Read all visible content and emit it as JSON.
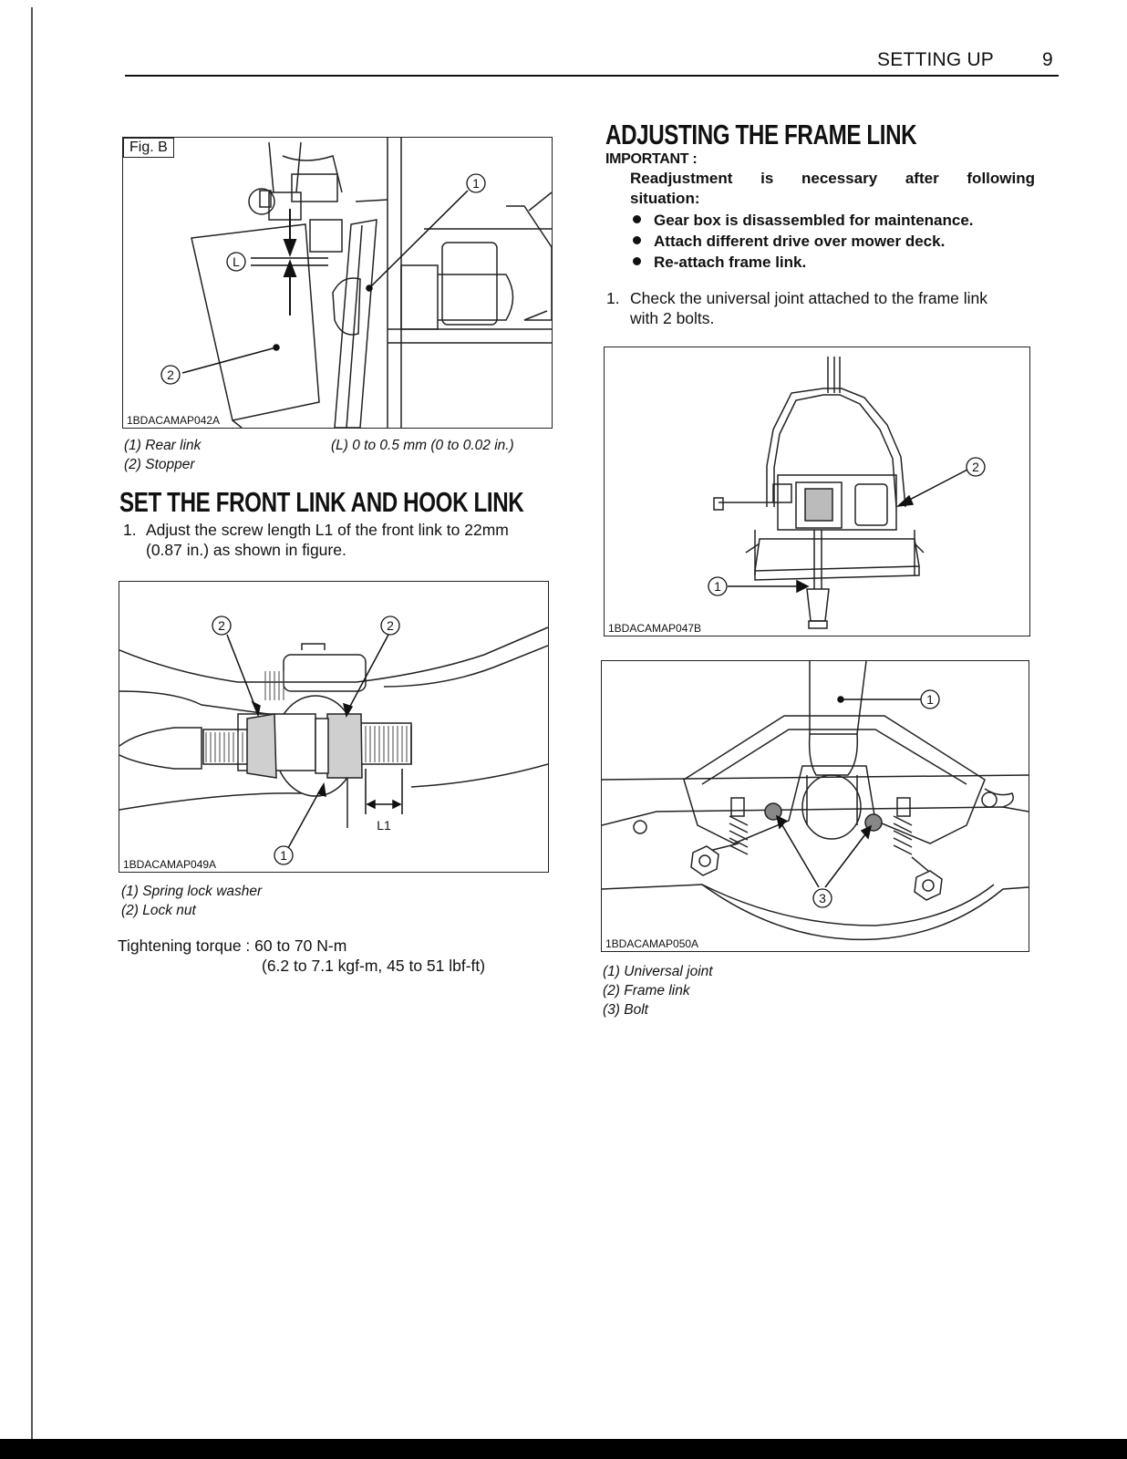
{
  "header": {
    "section": "SETTING UP",
    "page_number": "9"
  },
  "fig_b": {
    "label": "Fig. B",
    "code": "1BDACAMAP042A",
    "callouts": {
      "c1": "1",
      "c2": "2",
      "cL": "L"
    },
    "caption": {
      "item1": "(1) Rear link",
      "item2": "(2) Stopper",
      "itemL": "(L) 0 to 0.5 mm (0 to 0.02 in.)"
    }
  },
  "front_link": {
    "title": "SET THE FRONT LINK AND HOOK LINK",
    "step1_num": "1.",
    "step1_line1": "Adjust the screw length L1 of the front link to 22mm",
    "step1_line2": "(0.87 in.) as shown in figure.",
    "figure": {
      "code": "1BDACAMAP049A",
      "callouts": {
        "c1": "1",
        "c2a": "2",
        "c2b": "2"
      },
      "dimension_label": "L1"
    },
    "caption": {
      "item1": "(1) Spring lock washer",
      "item2": "(2) Lock nut"
    },
    "torque_line1": "Tightening torque : 60 to 70 N-m",
    "torque_line2": "(6.2 to 7.1 kgf-m, 45 to 51 lbf-ft)"
  },
  "frame_link": {
    "title": "ADJUSTING THE FRAME LINK",
    "important_label": "IMPORTANT :",
    "important_text_line1": "Readjustment is necessary after following",
    "important_text_line2": "situation:",
    "bullets": [
      "Gear box is disassembled for maintenance.",
      "Attach different drive over mower deck.",
      "Re-attach frame link."
    ],
    "step1_num": "1.",
    "step1_line1": "Check the universal joint attached to the frame link",
    "step1_line2": "with 2 bolts.",
    "figure1": {
      "code": "1BDACAMAP047B",
      "callouts": {
        "c1": "1",
        "c2": "2"
      }
    },
    "figure2": {
      "code": "1BDACAMAP050A",
      "callouts": {
        "c1": "1",
        "c3": "3"
      }
    },
    "caption": {
      "item1": "(1) Universal joint",
      "item2": "(2) Frame link",
      "item3": "(3) Bolt"
    }
  }
}
